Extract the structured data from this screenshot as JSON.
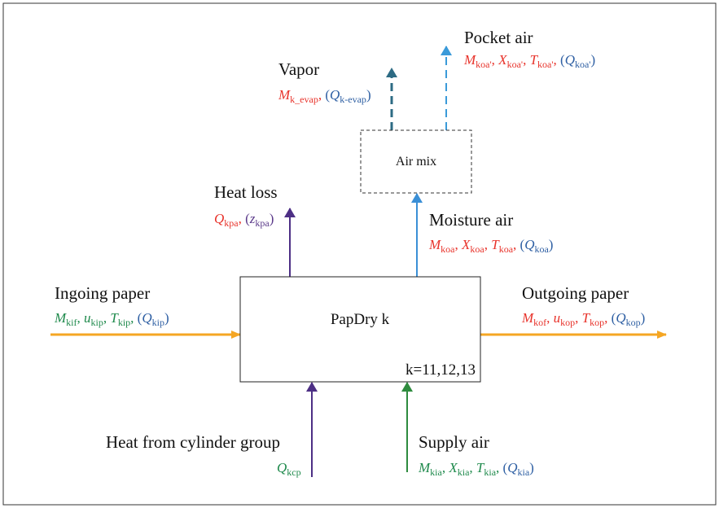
{
  "colors": {
    "paper_orange": "#f5a623",
    "heat_purple": "#4d2f85",
    "moisture_blue": "#3a8fd6",
    "vapor_teal": "#2d6b84",
    "pocket_blue": "#3a9ad9",
    "supply_green": "#2e8b3e",
    "red_var": "#e8332b",
    "green_var": "#1f8a4c",
    "blue_var": "#2e5fa3",
    "purple_var": "#5b3a8a"
  },
  "block": {
    "label": "PapDry k",
    "range": "k=11,12,13"
  },
  "mix": {
    "label": "Air mix"
  },
  "ingoing": {
    "title": "Ingoing paper",
    "vars": [
      {
        "sym": "M",
        "sub": "kif",
        "color": "green",
        "sep": ", "
      },
      {
        "sym": "u",
        "sub": "kip",
        "color": "green",
        "sep": ", "
      },
      {
        "sym": "T",
        "sub": "kip",
        "color": "green",
        "sep": ", "
      },
      {
        "sym": "Q",
        "sub": "kip",
        "color": "blue",
        "paren": true,
        "sep": ""
      }
    ]
  },
  "outgoing": {
    "title": "Outgoing paper",
    "vars": [
      {
        "sym": "M",
        "sub": "kof",
        "color": "red",
        "sep": ", "
      },
      {
        "sym": "u",
        "sub": "kop",
        "color": "red",
        "sep": ", "
      },
      {
        "sym": "T",
        "sub": "kop",
        "color": "red",
        "sep": ", "
      },
      {
        "sym": "Q",
        "sub": "kop",
        "color": "blue",
        "paren": true,
        "sep": ""
      }
    ]
  },
  "heat_loss": {
    "title": "Heat loss",
    "vars": [
      {
        "sym": "Q",
        "sub": "kpa",
        "color": "red",
        "sep": ", "
      },
      {
        "sym": "z",
        "sub": "kpa",
        "color": "purple",
        "paren": true,
        "sep": ""
      }
    ]
  },
  "moisture": {
    "title": "Moisture air",
    "vars": [
      {
        "sym": "M",
        "sub": "koa",
        "color": "red",
        "sep": ", "
      },
      {
        "sym": "X",
        "sub": "koa",
        "color": "red",
        "sep": ", "
      },
      {
        "sym": "T",
        "sub": "koa",
        "color": "red",
        "sep": ", "
      },
      {
        "sym": "Q",
        "sub": "koa",
        "color": "blue",
        "paren": true,
        "sep": ""
      }
    ]
  },
  "vapor": {
    "title": "Vapor",
    "vars": [
      {
        "sym": "M",
        "sub": "k_evap",
        "color": "red",
        "sep": ", "
      },
      {
        "sym": "Q",
        "sub": "k-evap",
        "color": "blue",
        "paren": true,
        "sep": ""
      }
    ]
  },
  "pocket": {
    "title": "Pocket air",
    "vars": [
      {
        "sym": "M",
        "sub": "koa'",
        "color": "red",
        "sep": ", "
      },
      {
        "sym": "X",
        "sub": "koa'",
        "color": "red",
        "sep": ", "
      },
      {
        "sym": "T",
        "sub": "koa'",
        "color": "red",
        "sep": ", "
      },
      {
        "sym": "Q",
        "sub": "koa'",
        "color": "blue",
        "paren": true,
        "sep": ""
      }
    ]
  },
  "cylinder": {
    "title": "Heat from cylinder group",
    "vars": [
      {
        "sym": "Q",
        "sub": "kcp",
        "color": "green",
        "sep": ""
      }
    ]
  },
  "supply": {
    "title": "Supply air",
    "vars": [
      {
        "sym": "M",
        "sub": "kia",
        "color": "green",
        "sep": ", "
      },
      {
        "sym": "X",
        "sub": "kia",
        "color": "green",
        "sep": ", "
      },
      {
        "sym": "T",
        "sub": "kia",
        "color": "green",
        "sep": ", "
      },
      {
        "sym": "Q",
        "sub": "kia",
        "color": "blue",
        "paren": true,
        "sep": ""
      }
    ]
  }
}
